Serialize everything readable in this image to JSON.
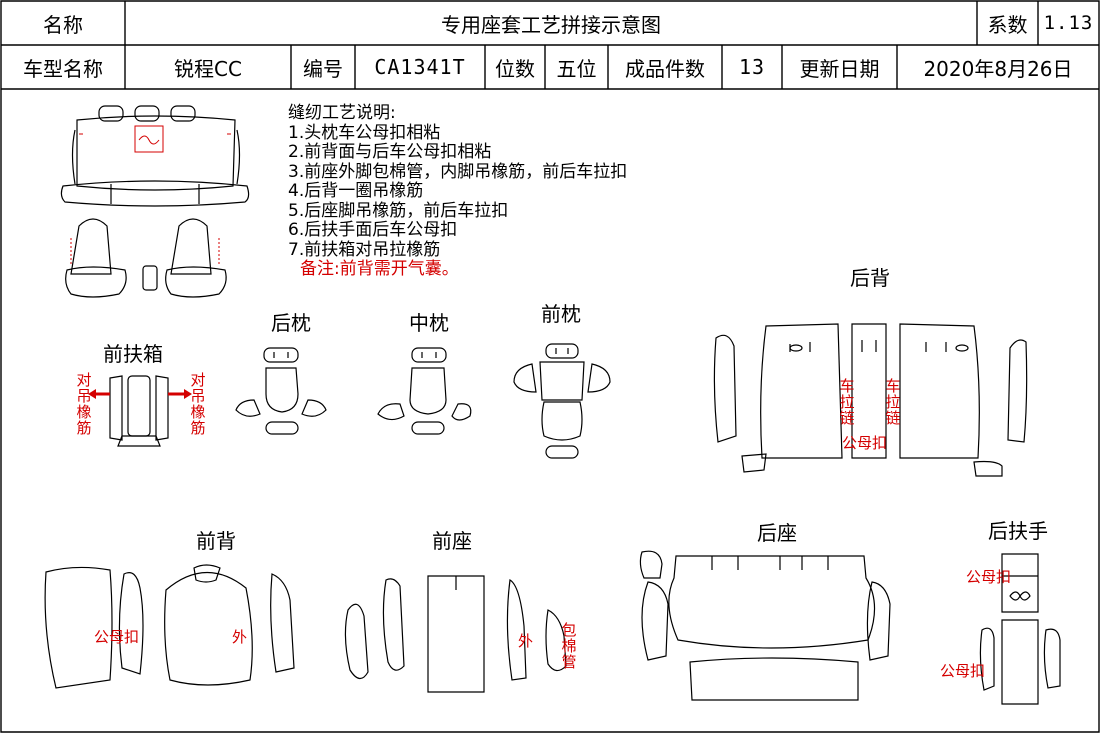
{
  "header": {
    "name_label": "名称",
    "title": "专用座套工艺拼接示意图",
    "coef_label": "系数",
    "coef_value": "1.13"
  },
  "info": {
    "model_label": "车型名称",
    "model_value": "锐程CC",
    "code_label": "编号",
    "code_value": "CA1341T",
    "seats_label": "位数",
    "seats_value": "五位",
    "pieces_label": "成品件数",
    "pieces_value": "13",
    "date_label": "更新日期",
    "date_value": "2020年8月26日"
  },
  "notes": {
    "heading": "缝纫工艺说明:",
    "items": [
      "1.头枕车公母扣相粘",
      "2.前背面与后车公母扣相粘",
      "3.前座外脚包棉管，内脚吊橡筋，前后车拉扣",
      "4.后背一圈吊橡筋",
      "5.后座脚吊橡筋，前后车拉扣",
      "6.后扶手面后车公母扣",
      "7.前扶箱对吊拉橡筋"
    ],
    "remark": "备注:前背需开气囊。"
  },
  "parts": {
    "front_armrest_box": "前扶箱",
    "rear_headrest": "后枕",
    "middle_headrest": "中枕",
    "front_headrest": "前枕",
    "rear_back": "后背",
    "front_back": "前背",
    "front_seat": "前座",
    "rear_seat": "后座",
    "rear_armrest": "后扶手"
  },
  "annotations": {
    "pair_elastic": "对吊橡筋",
    "zipper": "车拉链",
    "snap": "公母扣",
    "outer": "外",
    "wrap_foam": "包棉管"
  },
  "colors": {
    "line": "#000000",
    "annotation": "#d40000"
  }
}
